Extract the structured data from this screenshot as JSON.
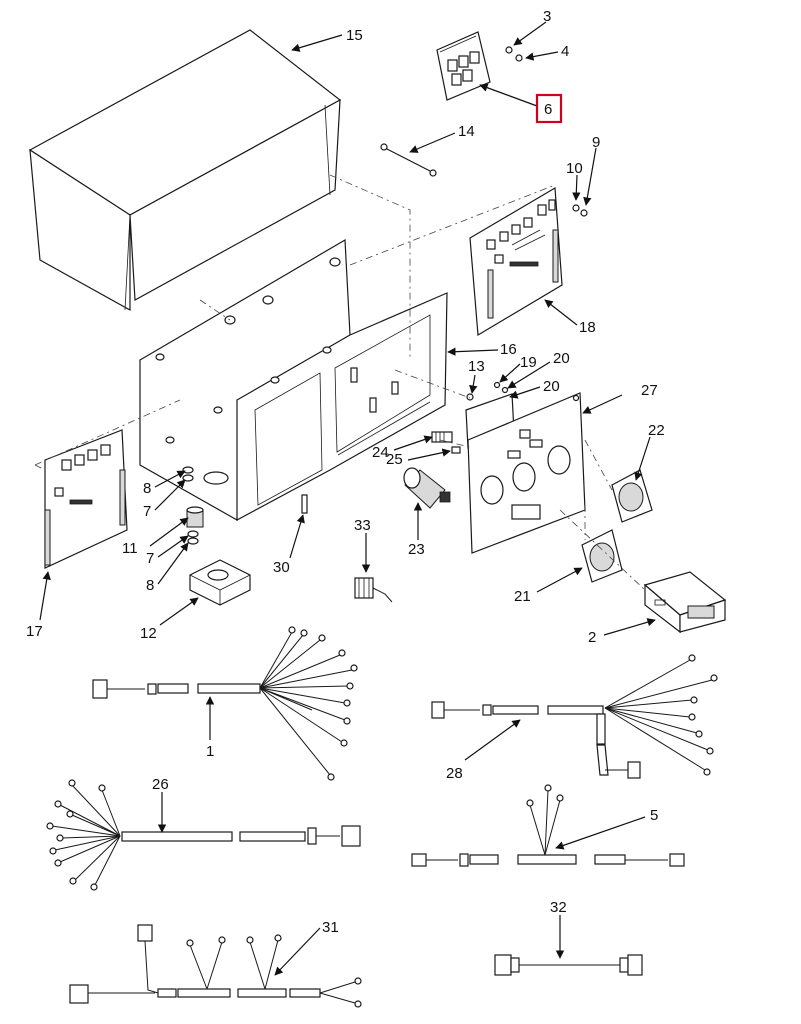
{
  "colors": {
    "ink": "#1a1a1a",
    "highlight": "#d0021b",
    "background": "#ffffff"
  },
  "highlighted_callout": "6",
  "callouts": {
    "c1": "1",
    "c2": "2",
    "c3": "3",
    "c4": "4",
    "c5": "5",
    "c6": "6",
    "c7a": "7",
    "c7b": "7",
    "c8a": "8",
    "c8b": "8",
    "c9": "9",
    "c10": "10",
    "c11": "11",
    "c12": "12",
    "c13": "13",
    "c14": "14",
    "c15": "15",
    "c16": "16",
    "c17": "17",
    "c18": "18",
    "c19": "19",
    "c20a": "20",
    "c20b": "20",
    "c21": "21",
    "c22": "22",
    "c23": "23",
    "c24": "24",
    "c25": "25",
    "c26": "26",
    "c27": "27",
    "c28": "28",
    "c30": "30",
    "c31": "31",
    "c32": "32",
    "c33": "33"
  }
}
